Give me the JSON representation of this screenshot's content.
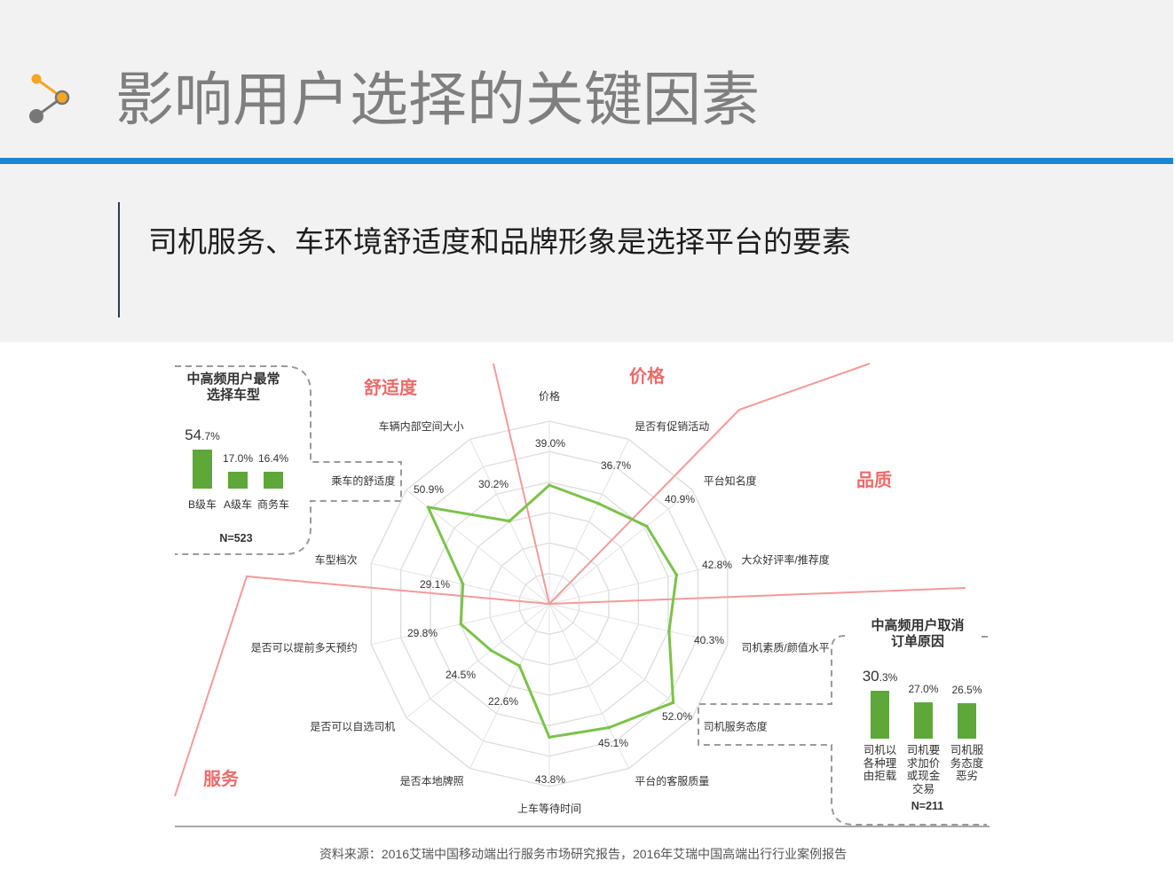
{
  "header": {
    "icon": "connected-nodes-icon",
    "title": "影响用户选择的关键因素"
  },
  "subtitle": "司机服务、车环境舒适度和品牌形象是选择平台的要素",
  "source": "资料来源：2016艾瑞中国移动端出行服务市场研究报告，2016年艾瑞中国高端出行行业案例报告",
  "colors": {
    "accent_blue": "#1c86d6",
    "icon_orange": "#f5a623",
    "icon_gray": "#777777",
    "radar_line": "#7cc24a",
    "bar_fill": "#5ea83a",
    "group_label": "#ec6b6b",
    "group_divider": "#f29b9a"
  },
  "chart_data": [
    {
      "type": "radar",
      "axes": [
        "价格",
        "是否有促销活动",
        "平台知名度",
        "大众好评率/推荐度",
        "司机素质/颜值水平",
        "司机服务态度",
        "平台的客服质量",
        "上车等待时间",
        "是否本地牌照",
        "是否可以自选司机",
        "是否可以提前多天预约",
        "车型档次",
        "乘车的舒适度",
        "车辆内部空间大小"
      ],
      "values": [
        39.0,
        36.7,
        40.9,
        42.8,
        40.3,
        52.0,
        45.1,
        43.8,
        22.6,
        24.5,
        29.8,
        29.1,
        50.9,
        30.2
      ],
      "value_suffix": "%",
      "range": [
        0,
        60
      ],
      "grid": true,
      "groups": [
        {
          "name": "价格",
          "axes": [
            0,
            1
          ]
        },
        {
          "name": "品质",
          "axes": [
            2,
            3
          ]
        },
        {
          "name": "服务",
          "axes": [
            4,
            5,
            6,
            7,
            8,
            9,
            10
          ]
        },
        {
          "name": "舒适度",
          "axes": [
            11,
            12,
            13
          ]
        }
      ]
    },
    {
      "type": "bar",
      "title": "中高频用户最常选择车型",
      "categories": [
        "B级车",
        "A级车",
        "商务车"
      ],
      "values": [
        54.7,
        17.0,
        16.4
      ],
      "value_suffix": "%",
      "sample": "N=523"
    },
    {
      "type": "bar",
      "title": "中高频用户取消订单原因",
      "categories": [
        "司机以各种理由拒载",
        "司机要求加价或现金交易",
        "司机服务态度恶劣"
      ],
      "values": [
        30.3,
        27.0,
        26.5
      ],
      "value_suffix": "%",
      "sample": "N=211"
    }
  ]
}
